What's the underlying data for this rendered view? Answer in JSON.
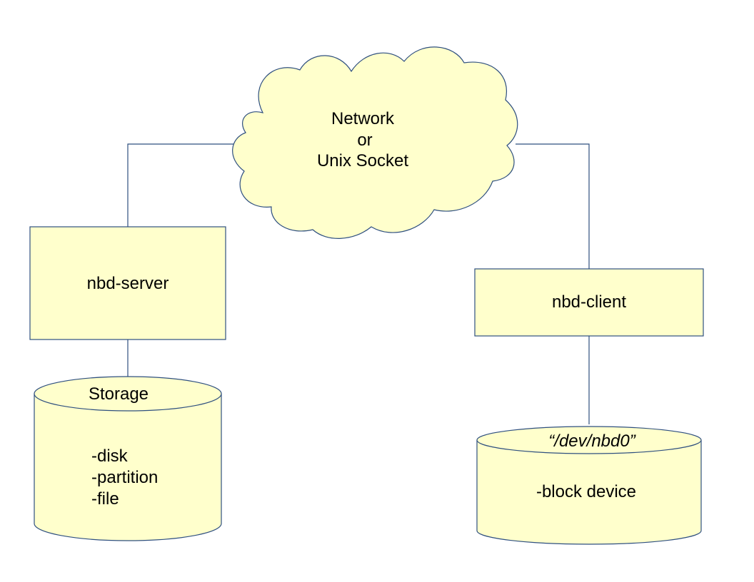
{
  "network": {
    "line1": "Network",
    "line2": "or",
    "line3": "Unix Socket"
  },
  "server": {
    "label": "nbd-server"
  },
  "client": {
    "label": "nbd-client"
  },
  "storage": {
    "title": "Storage",
    "items": [
      "-disk",
      "-partition",
      "-file"
    ]
  },
  "device": {
    "title": "“/dev/nbd0”",
    "items": [
      "-block device"
    ]
  },
  "colors": {
    "fill": "#ffffcc",
    "stroke": "#2e4f7f"
  }
}
